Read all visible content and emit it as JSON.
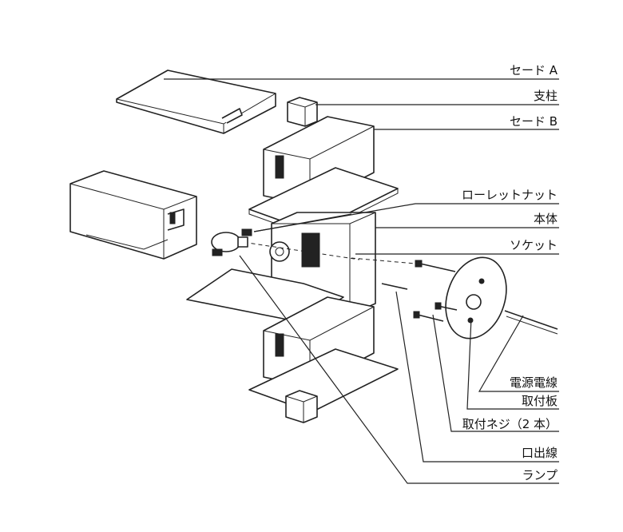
{
  "labels": [
    {
      "id": "shade-a",
      "text": "セード A"
    },
    {
      "id": "pillar",
      "text": "支柱"
    },
    {
      "id": "shade-b",
      "text": "セード B"
    },
    {
      "id": "knurled-nut",
      "text": "ローレットナット"
    },
    {
      "id": "main-body",
      "text": "本体"
    },
    {
      "id": "socket",
      "text": "ソケット"
    },
    {
      "id": "power-wire",
      "text": "電源電線"
    },
    {
      "id": "mounting-plate",
      "text": "取付板"
    },
    {
      "id": "mounting-screws",
      "text": "取付ネジ（2 本）"
    },
    {
      "id": "outlet-wire",
      "text": "口出線"
    },
    {
      "id": "lamp",
      "text": "ランプ"
    }
  ]
}
